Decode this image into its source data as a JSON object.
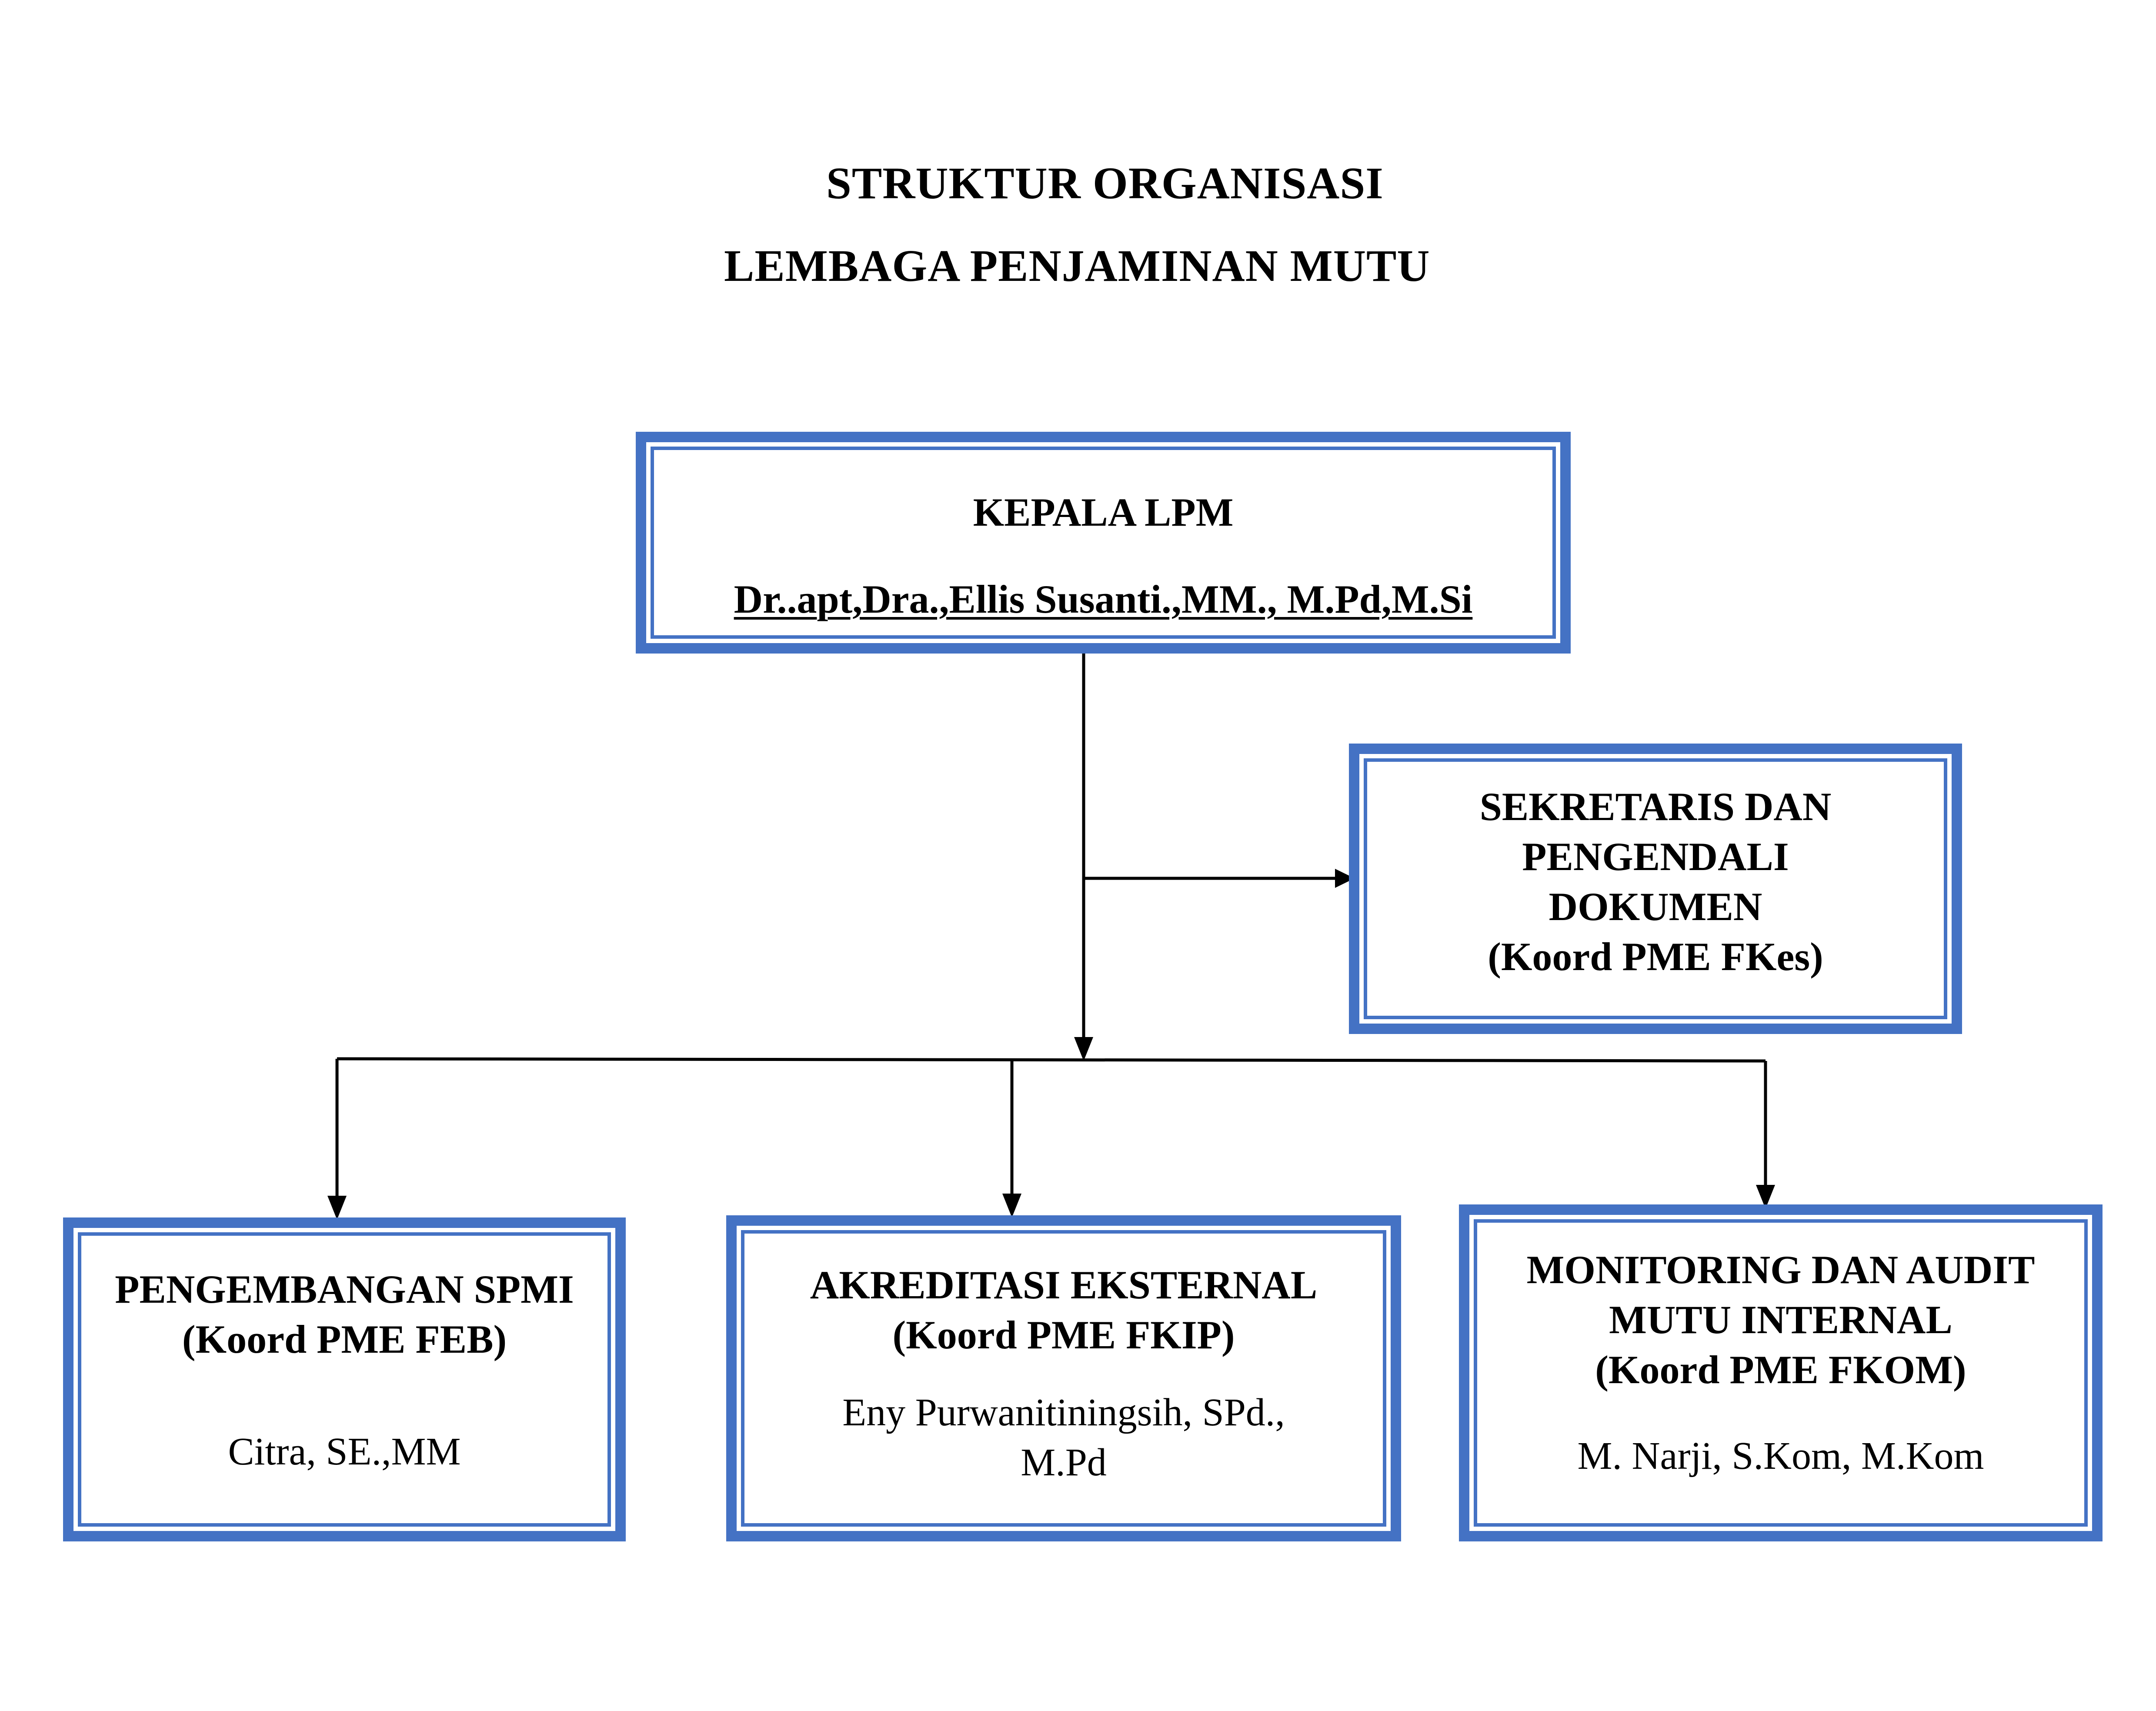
{
  "title": {
    "line1": "STRUKTUR ORGANISASI",
    "line2": "LEMBAGA PENJAMINAN MUTU"
  },
  "boxes": {
    "kepala": {
      "heading": "KEPALA LPM",
      "name": "Dr..apt,Dra.,Ellis Susanti.,MM., M.Pd,M.Si"
    },
    "sekretaris": {
      "heading_line1": "SEKRETARIS DAN",
      "heading_line2": "PENGENDALI",
      "heading_line3": "DOKUMEN",
      "heading_line4": "(Koord PME FKes)"
    },
    "spmi": {
      "heading_line1": "PENGEMBANGAN SPMI",
      "heading_line2": "(Koord PME FEB)",
      "name": "Citra, SE.,MM"
    },
    "akreditasi": {
      "heading_line1": "AKREDITASI EKSTERNAL",
      "heading_line2": "(Koord PME FKIP)",
      "name_line1": "Eny Purwanitiningsih, SPd.,",
      "name_line2": "M.Pd"
    },
    "monitoring": {
      "heading_line1": "MONITORING DAN AUDIT",
      "heading_line2": "MUTU INTERNAL",
      "heading_line3": "(Koord PME FKOM)",
      "name": "M. Narji, S.Kom, M.Kom"
    }
  },
  "colors": {
    "box_border": "#4472c4",
    "connector": "#000000"
  }
}
